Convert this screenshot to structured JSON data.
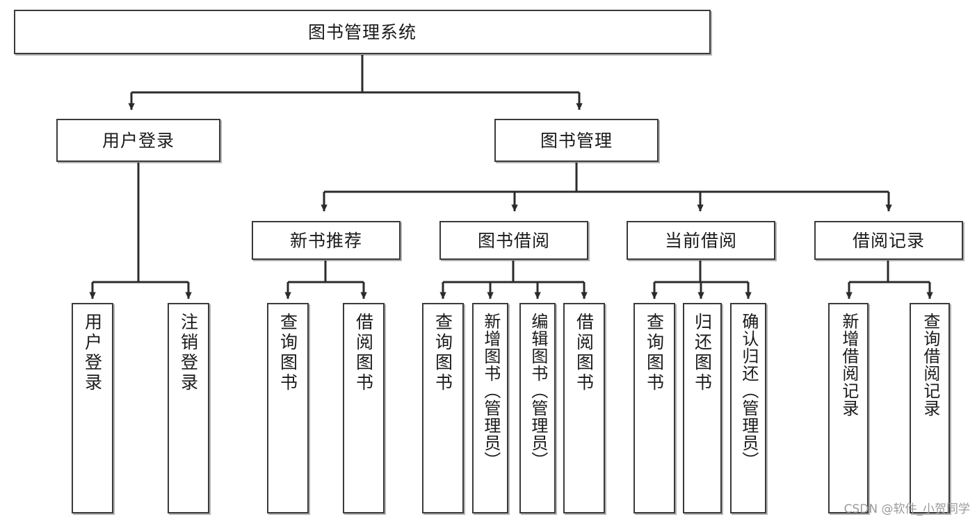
{
  "diagram": {
    "type": "tree-hierarchy",
    "title": "图书管理系统",
    "watermark": "CSDN @软件_小贺同学",
    "colors": {
      "background": "#ffffff",
      "box_border": "#3a3a3a",
      "box_fill": "#ffffff",
      "connector": "#2b2b2b",
      "text": "#1a1a1a",
      "watermark": "#9a9a9a"
    },
    "root": {
      "label": "图书管理系统"
    },
    "level2": [
      {
        "label": "用户登录"
      },
      {
        "label": "图书管理"
      }
    ],
    "level3": [
      {
        "label": "新书推荐"
      },
      {
        "label": "图书借阅"
      },
      {
        "label": "当前借阅"
      },
      {
        "label": "借阅记录"
      }
    ],
    "leaves": {
      "user_login": [
        {
          "label": "用户登录"
        },
        {
          "label": "注销登录"
        }
      ],
      "new_book": [
        {
          "label": "查询图书"
        },
        {
          "label": "借阅图书"
        }
      ],
      "book_borrow": [
        {
          "label": "查询图书"
        },
        {
          "label": "新增图书（管理员）"
        },
        {
          "label": "编辑图书（管理员）"
        },
        {
          "label": "借阅图书"
        }
      ],
      "current_borrow": [
        {
          "label": "查询图书"
        },
        {
          "label": "归还图书"
        },
        {
          "label": "确认归还（管理员）"
        }
      ],
      "borrow_record": [
        {
          "label": "新增借阅记录"
        },
        {
          "label": "查询借阅记录"
        }
      ]
    }
  }
}
